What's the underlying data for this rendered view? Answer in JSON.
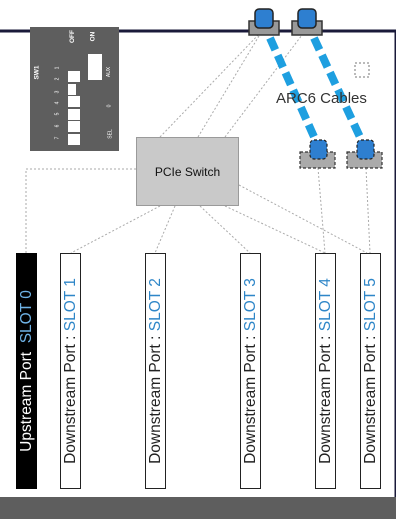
{
  "switch_block": {
    "name": "SW1",
    "off_label": "OFF",
    "on_label": "ON",
    "positions": [
      "1",
      "2",
      "3",
      "4",
      "5",
      "6",
      "7",
      "8"
    ],
    "side_labels": [
      "AUX",
      "SEL",
      "0"
    ]
  },
  "pcie_switch": {
    "label": "PCIe Switch"
  },
  "arc6": {
    "label": "ARC6 Cables"
  },
  "slots": [
    {
      "port": "Upstream Port",
      "sep": "",
      "num": "SLOT 0"
    },
    {
      "port": "Downstream Port",
      "sep": " : ",
      "num": "SLOT 1"
    },
    {
      "port": "Downstream Port",
      "sep": " : ",
      "num": "SLOT 2"
    },
    {
      "port": "Downstream Port",
      "sep": " : ",
      "num": "SLOT 3"
    },
    {
      "port": "Downstream Port",
      "sep": " : ",
      "num": "SLOT 4"
    },
    {
      "port": "Downstream Port",
      "sep": " : ",
      "num": "SLOT 5"
    }
  ],
  "colors": {
    "cable": "#1e9fe0",
    "connector": "#2e7fd0",
    "switch_fill": "#c9c9c9",
    "board_frame": "#1a1a3a",
    "slot_number": "#2e86c8"
  }
}
